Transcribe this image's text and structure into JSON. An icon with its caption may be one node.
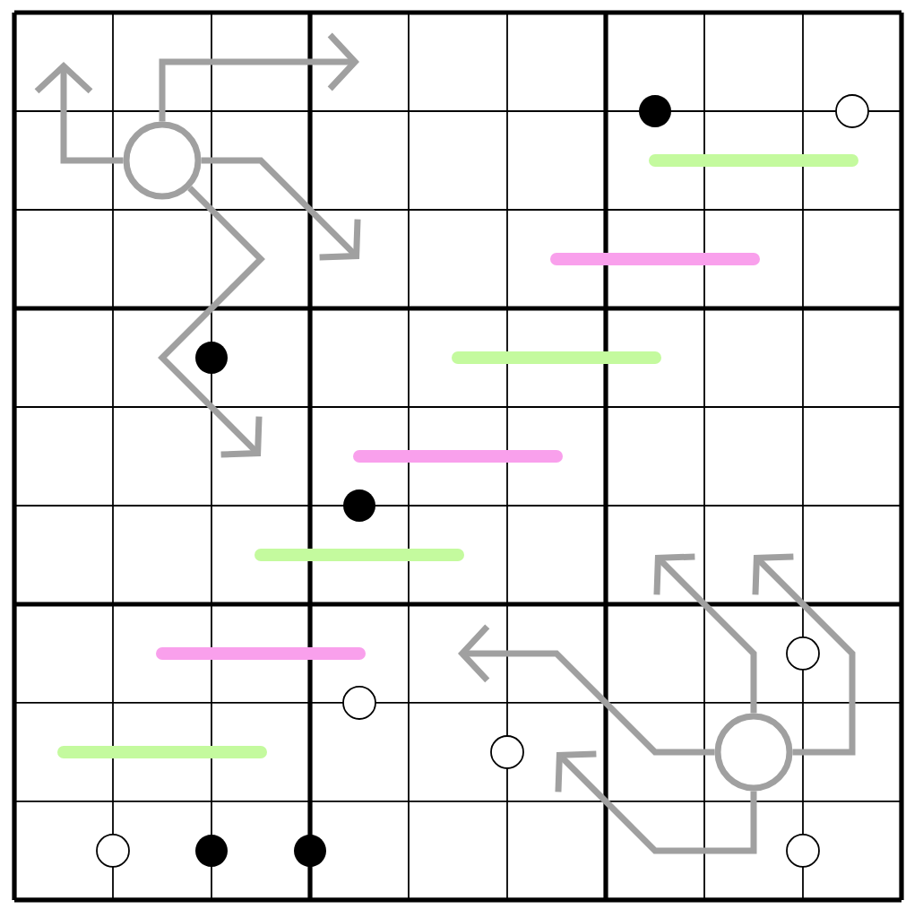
{
  "diagram": {
    "nodes": [
      {
        "text": [],
        "shape": "circle"
      },
      {
        "text": [],
        "shape": "circle"
      }
    ],
    "edges": [
      {
        "from": 0,
        "to": null,
        "arrow": "to"
      },
      {
        "from": 0,
        "to": null,
        "arrow": "to"
      },
      {
        "from": 0,
        "to": null,
        "arrow": "to"
      },
      {
        "from": 0,
        "to": null,
        "arrow": "to"
      },
      {
        "from": 1,
        "to": null,
        "arrow": "to"
      },
      {
        "from": 1,
        "to": null,
        "arrow": "to"
      },
      {
        "from": 1,
        "to": null,
        "arrow": "to"
      },
      {
        "from": 1,
        "to": null,
        "arrow": "to"
      }
    ]
  }
}
